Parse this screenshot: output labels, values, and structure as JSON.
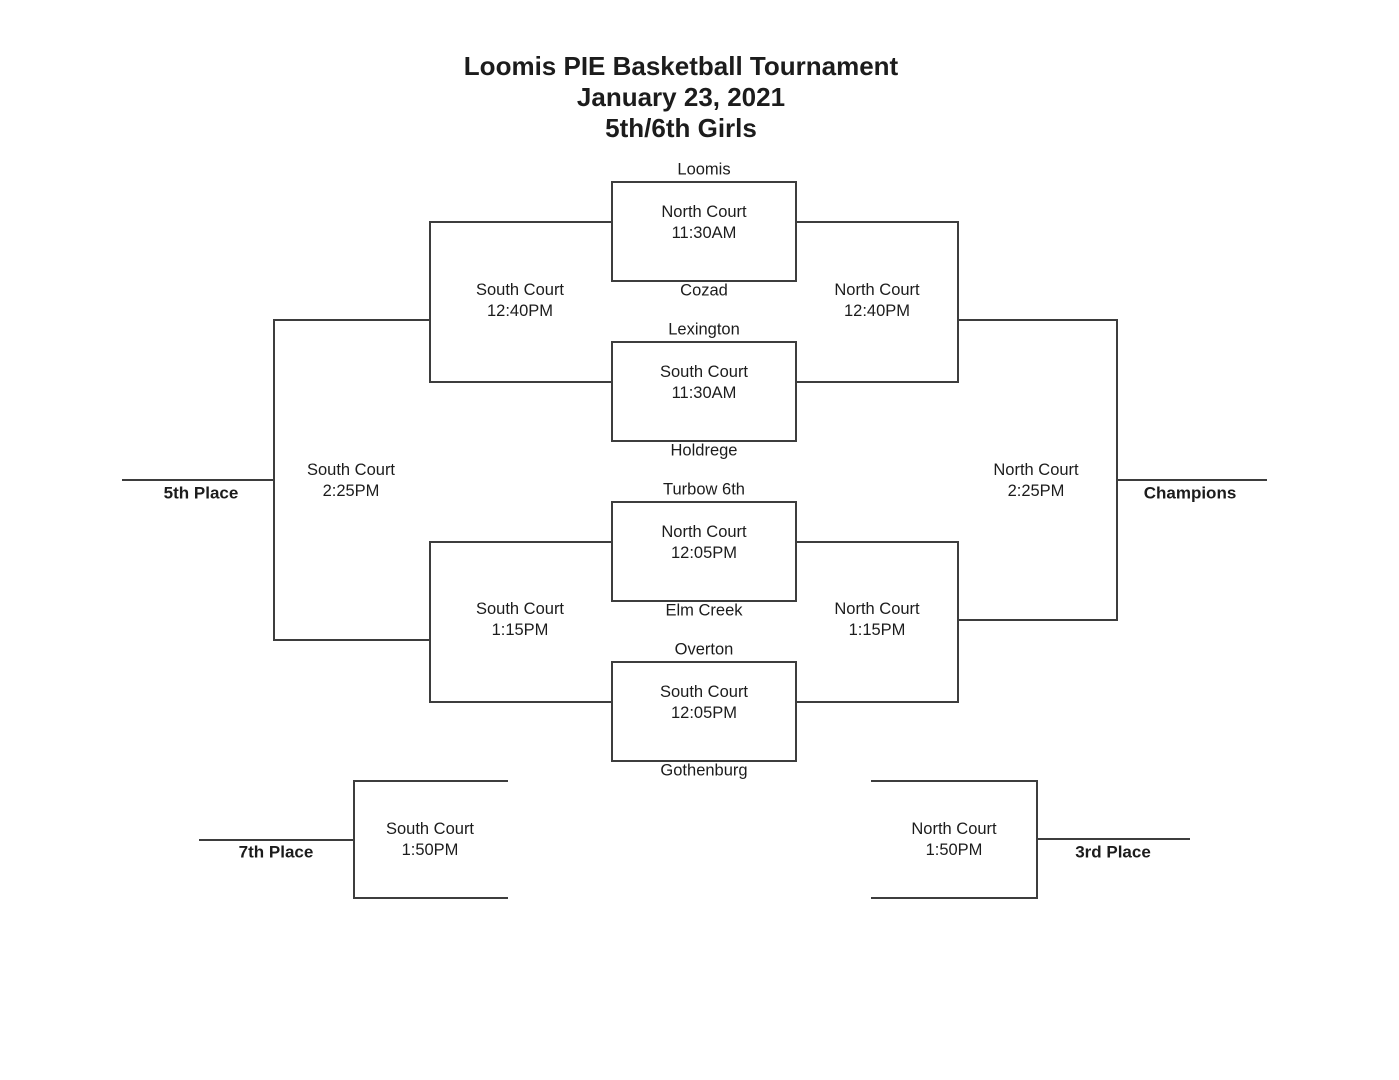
{
  "colors": {
    "background": "#ffffff",
    "line": "#3d3d3d",
    "text": "#1c1c1c"
  },
  "header": {
    "title": "Loomis PIE Basketball Tournament",
    "date": "January 23, 2021",
    "division": "5th/6th Girls"
  },
  "first_round": [
    {
      "top_team": "Loomis",
      "bottom_team": "Cozad",
      "court": "North Court",
      "time": "11:30AM"
    },
    {
      "top_team": "Lexington",
      "bottom_team": "Holdrege",
      "court": "South Court",
      "time": "11:30AM"
    },
    {
      "top_team": "Turbow 6th",
      "bottom_team": "Elm Creek",
      "court": "North Court",
      "time": "12:05PM"
    },
    {
      "top_team": "Overton",
      "bottom_team": "Gothenburg",
      "court": "South Court",
      "time": "12:05PM"
    }
  ],
  "consolation_semifinals": [
    {
      "court": "South Court",
      "time": "12:40PM"
    },
    {
      "court": "South Court",
      "time": "1:15PM"
    }
  ],
  "championship_semifinals": [
    {
      "court": "North Court",
      "time": "12:40PM"
    },
    {
      "court": "North Court",
      "time": "1:15PM"
    }
  ],
  "fifth_place": {
    "court": "South Court",
    "time": "2:25PM",
    "label": "5th Place"
  },
  "championship": {
    "court": "North Court",
    "time": "2:25PM",
    "label": "Champions"
  },
  "seventh_place": {
    "court": "South Court",
    "time": "1:50PM",
    "label": "7th Place"
  },
  "third_place": {
    "court": "North Court",
    "time": "1:50PM",
    "label": "3rd Place"
  }
}
